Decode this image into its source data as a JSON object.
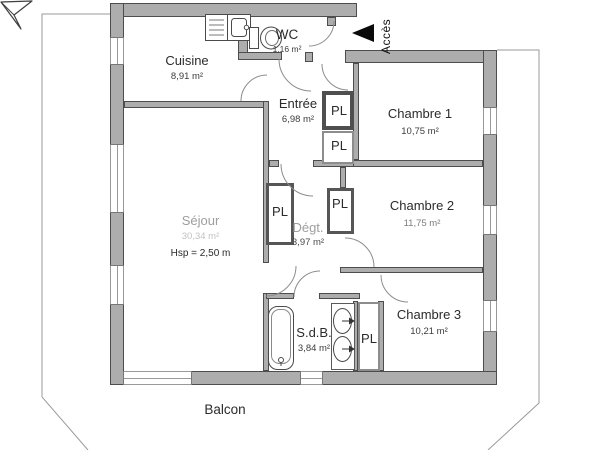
{
  "labels": {
    "balcony": "Balcon",
    "access": "Accès",
    "closet": "PL"
  },
  "rooms": {
    "cuisine": {
      "name": "Cuisine",
      "area": "8,91 m²"
    },
    "wc": {
      "name": "WC",
      "area": "1,16 m²"
    },
    "entree": {
      "name": "Entrée",
      "area": "6,98 m²"
    },
    "chambre1": {
      "name": "Chambre 1",
      "area": "10,75 m²"
    },
    "chambre2": {
      "name": "Chambre 2",
      "area": "11,75 m²"
    },
    "chambre3": {
      "name": "Chambre 3",
      "area": "10,21 m²"
    },
    "sejour": {
      "name": "Séjour",
      "area": "30,34 m²",
      "ceiling_height": "Hsp = 2,50 m"
    },
    "degagement": {
      "name": "Dégt.",
      "area": "3,97 m²"
    },
    "sdb": {
      "name": "S.d.B.",
      "area": "3,84 m²"
    }
  },
  "colors": {
    "wall_fill": "#adadad",
    "wall_edge": "#4d4d4d",
    "line": "#8c8c8c",
    "text": "#1b1b1b",
    "faded_text": "#9e9e9e"
  }
}
